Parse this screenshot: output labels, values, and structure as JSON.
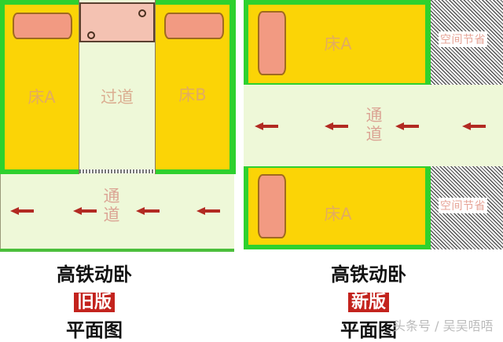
{
  "old_plan": {
    "bed_a": "床A",
    "bed_b": "床B",
    "corridor": "过道",
    "passage": [
      "通",
      "道"
    ],
    "caption_title": "高铁动卧",
    "caption_badge": "旧版",
    "caption_sub": "平面图"
  },
  "new_plan": {
    "bed_a_top": "床A",
    "bed_a_bottom": "床A",
    "passage": [
      "通",
      "道"
    ],
    "space_saved_top": "空间节省",
    "space_saved_bottom": "空间节省",
    "caption_title": "高铁动卧",
    "caption_badge": "新版",
    "caption_sub": "平面图"
  },
  "watermark": "头条号 / 吴吴唔唔",
  "colors": {
    "wall": "#2ed12e",
    "bed": "#fbd406",
    "aisle": "#eef8d8",
    "pillow": "#f29a82",
    "arrow": "#b22a22",
    "badge": "#c3231d"
  },
  "icons": [
    "left-arrow-icon",
    "pillow-icon",
    "door-knob-icon",
    "hatch-pattern"
  ]
}
